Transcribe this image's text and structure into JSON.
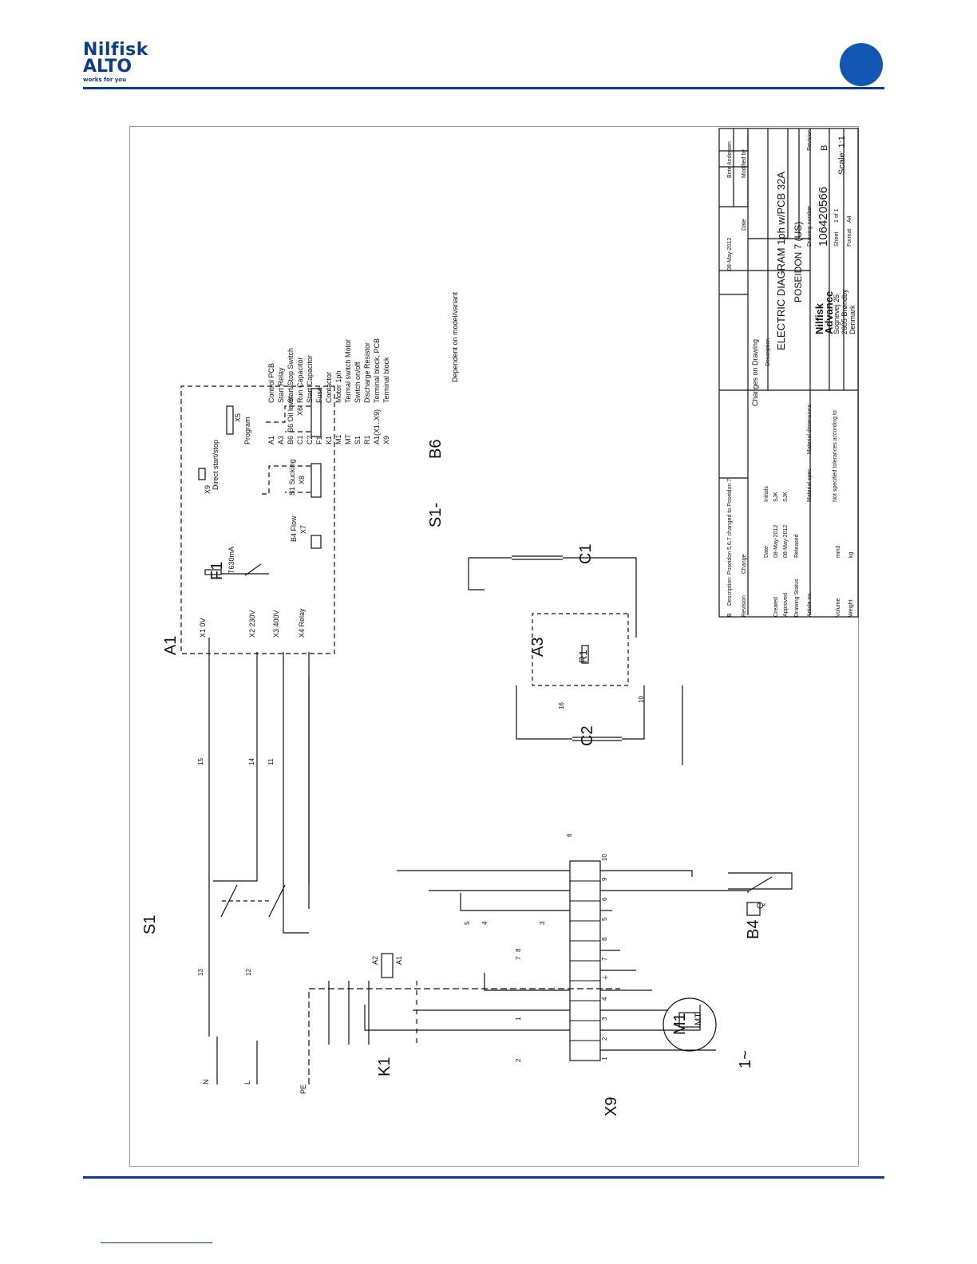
{
  "header": {
    "logo_line1": "Nilfisk",
    "logo_line2": "ALTO",
    "logo_tagline": "works for you",
    "accent_color": "#0b3d91",
    "dot_color": "#1357b5"
  },
  "legend": [
    {
      "code": "A1",
      "desc": "Control PCB"
    },
    {
      "code": "A3",
      "desc": "Start Relay"
    },
    {
      "code": "B6",
      "desc": "Start/Stop Switch"
    },
    {
      "code": "C1",
      "desc": "Run Capacitor"
    },
    {
      "code": "C2",
      "desc": "Start Capacitor"
    },
    {
      "code": "F1",
      "desc": "Fuse"
    },
    {
      "code": "K1",
      "desc": "Contactor"
    },
    {
      "code": "M1",
      "desc": "Motor 1ph"
    },
    {
      "code": "MT",
      "desc": "Termal switch Motor"
    },
    {
      "code": "S1",
      "desc": "Switch on/off"
    },
    {
      "code": "R1",
      "desc": "Discharge Resistor"
    },
    {
      "code": "A1(X1..X9)",
      "desc": "Terminal block, PCB"
    },
    {
      "code": "X9",
      "desc": "Terminal block"
    }
  ],
  "dependent_note": "Dependent on model/variant",
  "labels": {
    "a1": "A1",
    "f1": "F1",
    "f1_rating": "T630mA",
    "x1": "X1  0V",
    "x2": "X2  230V",
    "x3": "X3  400V",
    "x4": "X4  Relay",
    "b4_flow": "B4 Flow",
    "x7": "X7",
    "s1_sucking": "S1 Sucking",
    "x8": "X8",
    "b6_oil": "B6 Oil level",
    "x6": "X6",
    "program": "Program",
    "x5": "X5",
    "x9_direct": "X9",
    "direct_start": "Direct start/stop",
    "s1": "S1",
    "s1_dash": "S1-",
    "b6": "B6",
    "c1": "C1",
    "c2": "C2",
    "a3": "A3",
    "r1": "R1",
    "k1": "K1",
    "x9": "X9",
    "m1": "M1",
    "mt": "MT",
    "phase": "1~",
    "b4": "B4",
    "q": "Q",
    "n": "N",
    "l": "L",
    "pe": "PE",
    "a2_coil": "A2",
    "a1_coil": "A1"
  },
  "wire_numbers": [
    "15",
    "14",
    "11",
    "13",
    "12",
    "5",
    "4",
    "3",
    "8",
    "7",
    "1",
    "2",
    "6",
    "10",
    "16"
  ],
  "terminal_numbers": [
    "1",
    "2",
    "3",
    "4",
    "⏚",
    "7",
    "8",
    "5",
    "6",
    "9",
    "10"
  ],
  "title_block": {
    "revision_row": {
      "rev": "B",
      "desc": "Description: Poseidon 5,6,7 changed to Poseidon 7",
      "date": "08-May-2012",
      "by": "Birte Andersen"
    },
    "rev_headers": {
      "revision": "Revision",
      "change": "Change",
      "date": "Date",
      "modified": "Modified by"
    },
    "changes_on_drawing": "Changes on Drawing",
    "created_label": "Created",
    "created_date": "08-May-2012",
    "created_init": "SJK",
    "approved_label": "Approved",
    "approved_date": "08-May-2012",
    "approved_init": "SJK",
    "status_label": "Drawing Status",
    "status_value": "Released",
    "date_label": "Date",
    "init_label": "Initials",
    "article_label": "Article no.",
    "material_label": "Material spec.",
    "mat_dim_label": "Material dimensions",
    "tolerances_label": "Not specified tolerances according to",
    "volume_label": "Volume",
    "volume_unit": "mm3",
    "weight_label": "Weight",
    "weight_unit": "kg",
    "description_label": "Description",
    "title_line1": "ELECTRIC DIAGRAM 1ph w/PCB 32A",
    "title_line2": "POSEIDON 7  (US)",
    "company1": "Nilfisk",
    "company2": "Advance",
    "address1": "Sognevej 25",
    "address2": "2605 Brøndby",
    "address3": "Denmark",
    "drawing_no_label": "Drawing number",
    "drawing_no": "106420566",
    "revision_label": "Revision",
    "revision": "B",
    "sheet_label": "Sheet",
    "sheet": "1 of 1",
    "format_label": "Format",
    "format": "A4",
    "scale": "Scale:  1:1"
  }
}
